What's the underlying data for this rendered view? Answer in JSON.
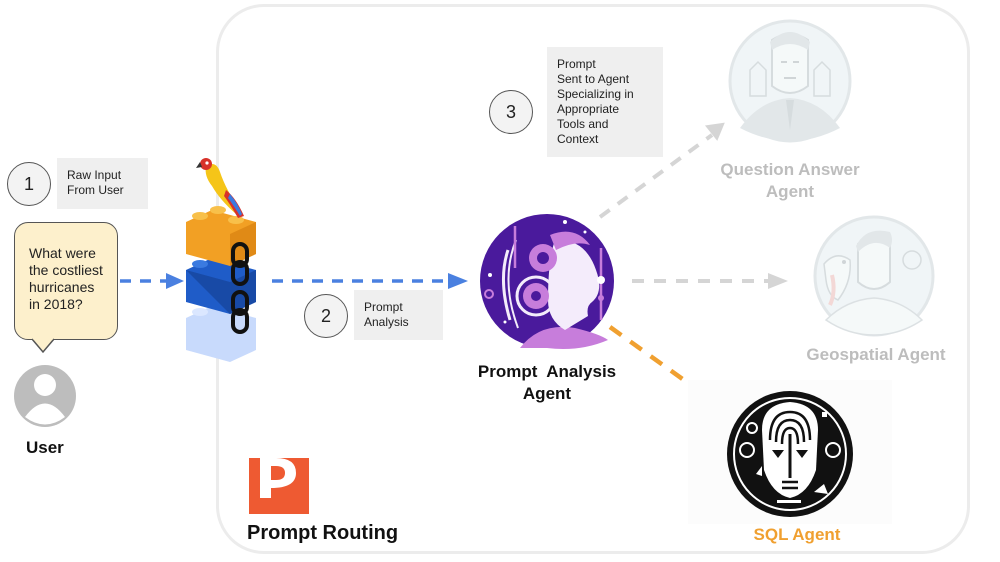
{
  "diagram": {
    "title": "Prompt Routing",
    "colors": {
      "blue_arrow": "#4a80e0",
      "gray_arrow": "#d5d5d5",
      "orange_arrow": "#f0a030",
      "logo_orange": "#ee5a32",
      "sql_label": "#f0a030",
      "inactive_label": "#bdbdbd",
      "bubble_fill": "#fdf0cc",
      "step_box_fill": "#efefef",
      "purple": "#4a1a9c"
    },
    "user": {
      "label": "User",
      "question_lines": [
        "What were",
        "the costliest",
        "hurricanes",
        "in 2018?"
      ]
    },
    "steps": [
      {
        "number": "1",
        "lines": [
          "Raw Input",
          "From User"
        ]
      },
      {
        "number": "2",
        "lines": [
          "Prompt",
          "Analysis"
        ]
      },
      {
        "number": "3",
        "lines": [
          "Prompt",
          "Sent to Agent",
          "Specializing in",
          "Appropriate",
          "Tools and",
          "Context"
        ]
      }
    ],
    "router_icon": "parrot-on-lego-chain-icon",
    "agents": {
      "analysis": {
        "lines": [
          "Prompt  Analysis",
          "Agent"
        ],
        "icon": "woman-headphones-avatar-icon",
        "state": "active"
      },
      "question_answer": {
        "lines": [
          "Question Answer",
          "Agent"
        ],
        "icon": "businessman-avatar-icon",
        "state": "inactive"
      },
      "geospatial": {
        "lines": [
          "Geospatial Agent"
        ],
        "icon": "woman-with-parrot-avatar-icon",
        "state": "inactive"
      },
      "sql": {
        "lines": [
          "SQL Agent"
        ],
        "icon": "fingerprint-face-avatar-icon",
        "state": "selected"
      }
    }
  }
}
